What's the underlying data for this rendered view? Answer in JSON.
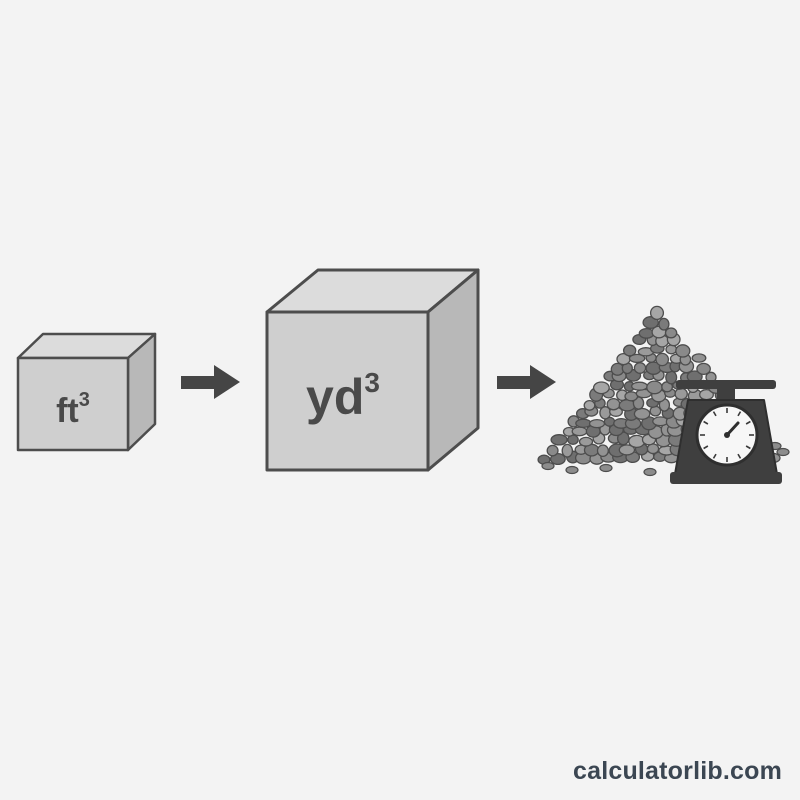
{
  "diagram": {
    "small_cube": {
      "unit": "ft",
      "exponent": "3"
    },
    "large_cube": {
      "unit": "yd",
      "exponent": "3"
    },
    "pile_icon": "gravel-pile-icon",
    "scale_icon": "kitchen-scale-icon",
    "arrow_icon": "right-arrow-icon"
  },
  "colors": {
    "background": "#f3f3f3",
    "cube_front": "#cfcfcf",
    "cube_top": "#dcdcdc",
    "cube_side": "#b8b8b8",
    "outline": "#4d4d4d",
    "arrow": "#454545",
    "scale_body": "#3f3f3f"
  },
  "watermark": {
    "text": "calculatorlib.com"
  }
}
